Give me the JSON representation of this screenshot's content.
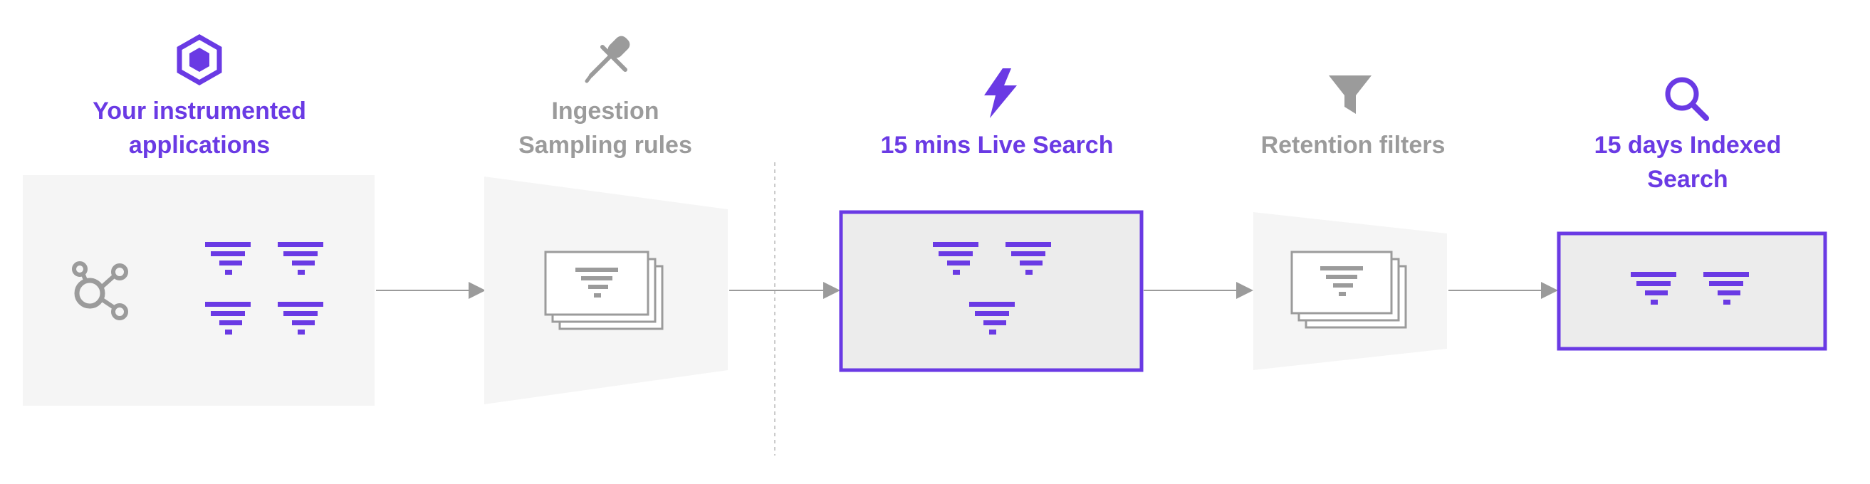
{
  "stages": [
    {
      "label": "Your instrumented\napplications",
      "emphasis": "purple",
      "icon": "hexagon-icon"
    },
    {
      "label": "Ingestion\nSampling rules",
      "emphasis": "gray",
      "icon": "eyedropper-icon"
    },
    {
      "label": "15 mins Live Search",
      "emphasis": "purple",
      "icon": "lightning-icon"
    },
    {
      "label": "Retention filters",
      "emphasis": "gray",
      "icon": "filter-icon"
    },
    {
      "label": "15 days Indexed\nSearch",
      "emphasis": "purple",
      "icon": "search-icon"
    }
  ],
  "colors": {
    "accent": "#6a3ae4",
    "muted": "#9b9b9b",
    "panel": "#f5f5f5",
    "box_fill": "#ececec"
  }
}
